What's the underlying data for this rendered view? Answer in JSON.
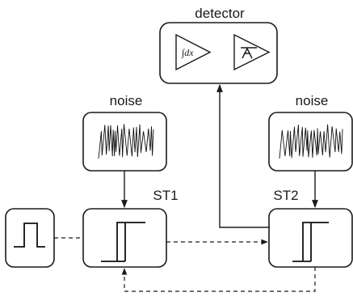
{
  "labels": {
    "detector": "detector",
    "noise_left": "noise",
    "noise_right": "noise",
    "st1": "ST1",
    "st2": "ST2",
    "integrator_symbol": "∫dx"
  }
}
